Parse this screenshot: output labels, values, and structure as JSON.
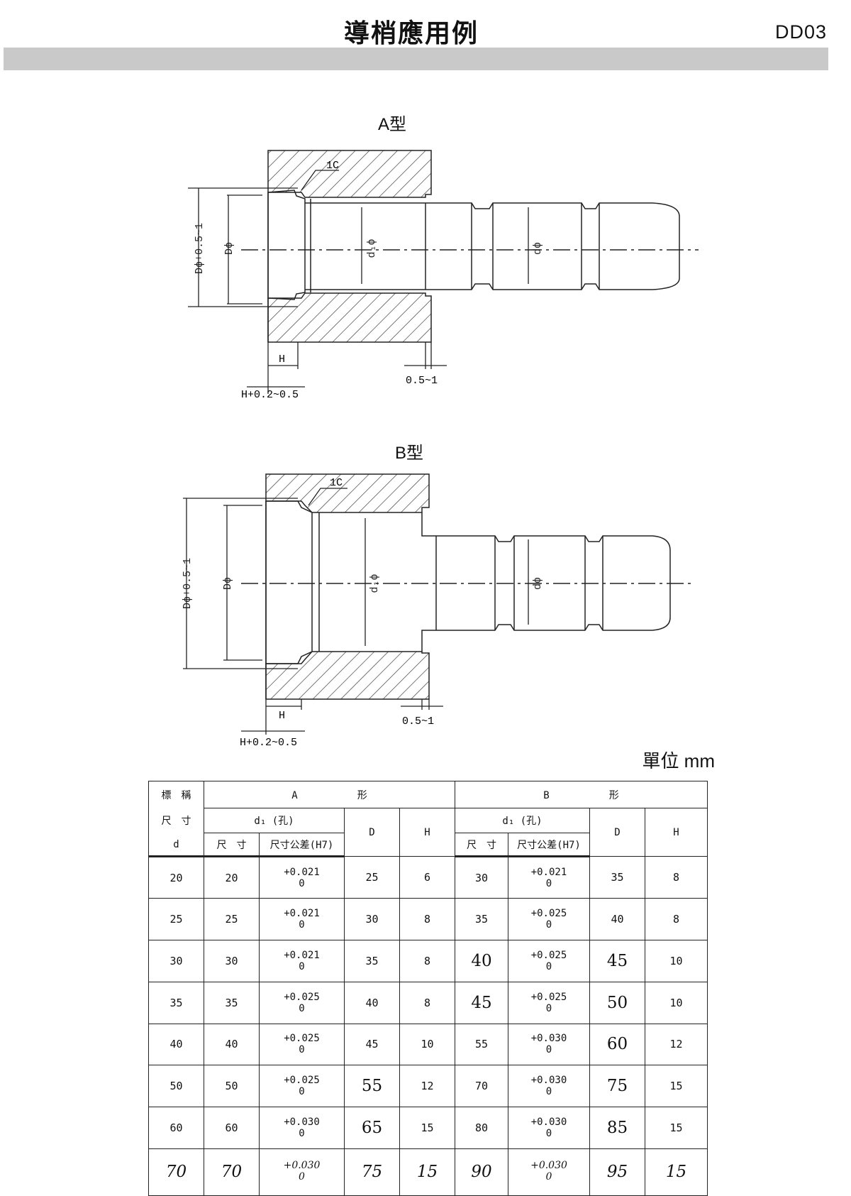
{
  "header": {
    "title": "導梢應用例",
    "code": "DD03"
  },
  "figures": {
    "a": {
      "label": "A型",
      "dims": {
        "chamfer": "1C",
        "bore_dia": "Dϕ",
        "bore_total": "Dϕ+0.5~1",
        "pin_bore": "d₁ϕ",
        "pin_dia": "dϕ",
        "head": "H",
        "depth": "H+0.2~0.5",
        "gap": "0.5~1"
      }
    },
    "b": {
      "label": "B型",
      "dims": {
        "chamfer": "1C",
        "bore_dia": "Dϕ",
        "bore_total": "Dϕ+0.5~1",
        "pin_bore": "d₁ϕ",
        "pin_dia": "dϕ",
        "head": "H",
        "depth": "H+0.2~0.5",
        "gap": "0.5~1"
      }
    }
  },
  "unit": "單位 mm",
  "table": {
    "header": {
      "nominal": [
        "標　稱",
        "尺　寸",
        "d"
      ],
      "type_a": "A　　　　　　形",
      "type_b": "B　　　　　　形",
      "d1_hole": "d₁ (孔)",
      "size": "尺　寸",
      "tolerance": "尺寸公差(H7)",
      "D": "D",
      "H": "H"
    },
    "rows": [
      {
        "d": "20",
        "a_d1": "20",
        "a_tol_top": "+0.021",
        "a_tol_bot": "0",
        "a_D": "25",
        "a_H": "6",
        "b_d1": "30",
        "b_tol_top": "+0.021",
        "b_tol_bot": "0",
        "b_D": "35",
        "b_H": "8"
      },
      {
        "d": "25",
        "a_d1": "25",
        "a_tol_top": "+0.021",
        "a_tol_bot": "0",
        "a_D": "30",
        "a_H": "8",
        "b_d1": "35",
        "b_tol_top": "+0.025",
        "b_tol_bot": "0",
        "b_D": "40",
        "b_H": "8"
      },
      {
        "d": "30",
        "a_d1": "30",
        "a_tol_top": "+0.021",
        "a_tol_bot": "0",
        "a_D": "35",
        "a_H": "8",
        "b_d1": "40",
        "b_tol_top": "+0.025",
        "b_tol_bot": "0",
        "b_D": "45",
        "b_H": "10"
      },
      {
        "d": "35",
        "a_d1": "35",
        "a_tol_top": "+0.025",
        "a_tol_bot": "0",
        "a_D": "40",
        "a_H": "8",
        "b_d1": "45",
        "b_tol_top": "+0.025",
        "b_tol_bot": "0",
        "b_D": "50",
        "b_H": "10"
      },
      {
        "d": "40",
        "a_d1": "40",
        "a_tol_top": "+0.025",
        "a_tol_bot": "0",
        "a_D": "45",
        "a_H": "10",
        "b_d1": "55",
        "b_tol_top": "+0.030",
        "b_tol_bot": "0",
        "b_D": "60",
        "b_H": "12"
      },
      {
        "d": "50",
        "a_d1": "50",
        "a_tol_top": "+0.025",
        "a_tol_bot": "0",
        "a_D": "55",
        "a_H": "12",
        "b_d1": "70",
        "b_tol_top": "+0.030",
        "b_tol_bot": "0",
        "b_D": "75",
        "b_H": "15"
      },
      {
        "d": "60",
        "a_d1": "60",
        "a_tol_top": "+0.030",
        "a_tol_bot": "0",
        "a_D": "65",
        "a_H": "15",
        "b_d1": "80",
        "b_tol_top": "+0.030",
        "b_tol_bot": "0",
        "b_D": "85",
        "b_H": "15"
      },
      {
        "d": "70",
        "a_d1": "70",
        "a_tol_top": "+0.030",
        "a_tol_bot": "0",
        "a_D": "75",
        "a_H": "15",
        "b_d1": "90",
        "b_tol_top": "+0.030",
        "b_tol_bot": "0",
        "b_D": "95",
        "b_H": "15"
      }
    ]
  }
}
